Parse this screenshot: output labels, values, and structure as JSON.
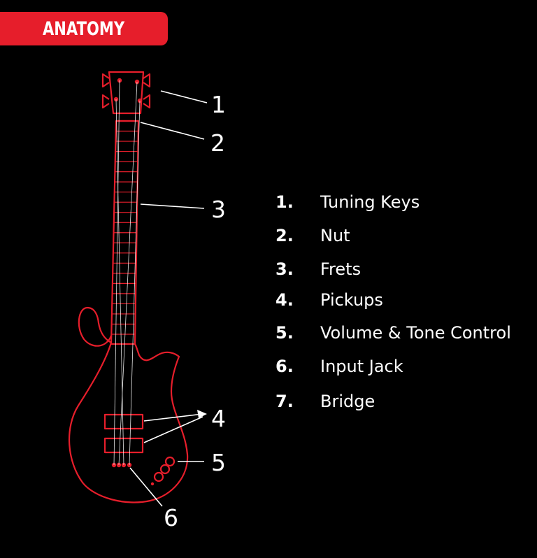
{
  "banner": {
    "title": "ANATOMY"
  },
  "callouts": [
    "1",
    "2",
    "3",
    "4",
    "5",
    "6"
  ],
  "legend": [
    {
      "num": "1.",
      "label": "Tuning Keys"
    },
    {
      "num": "2.",
      "label": "Nut"
    },
    {
      "num": "3.",
      "label": "Frets"
    },
    {
      "num": "4.",
      "label": "Pickups"
    },
    {
      "num": "5.",
      "label": "Volume & Tone Control"
    },
    {
      "num": "6.",
      "label": "Input Jack"
    },
    {
      "num": "7.",
      "label": "Bridge"
    }
  ],
  "colors": {
    "accent": "#e61e2b",
    "background": "#000000",
    "text": "#ffffff"
  }
}
